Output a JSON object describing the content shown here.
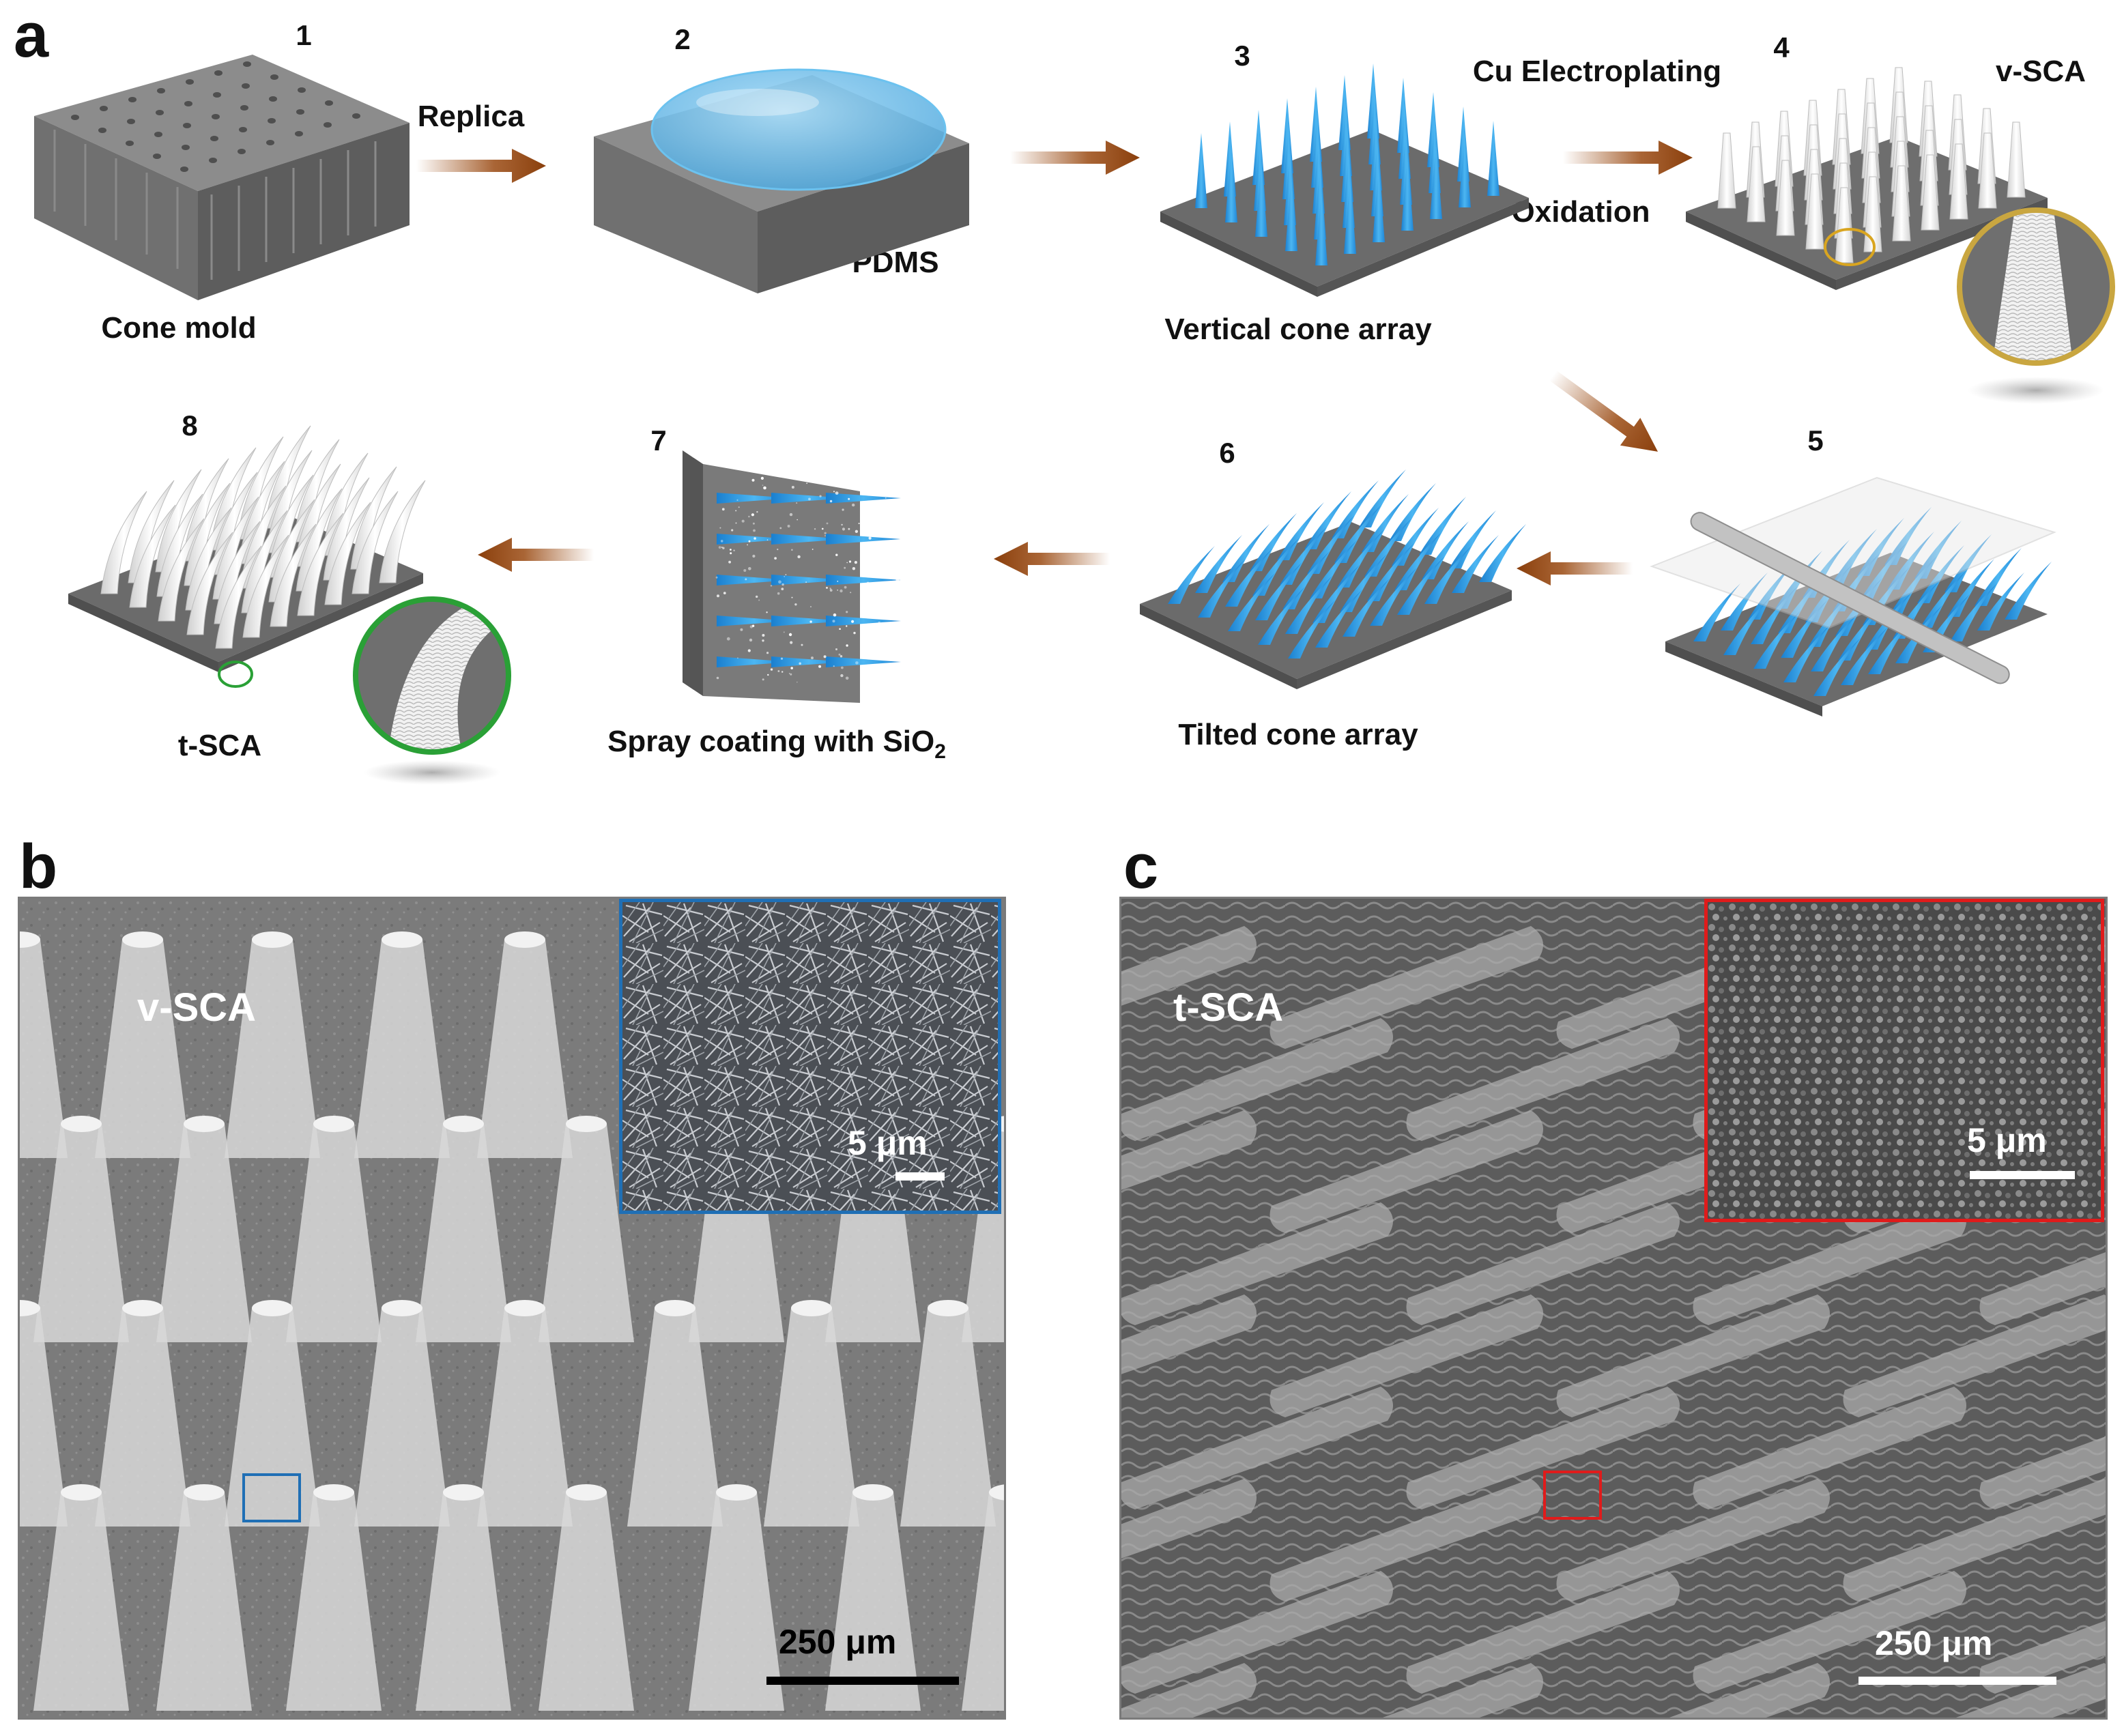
{
  "panels": {
    "a": "a",
    "b": "b",
    "c": "c"
  },
  "steps": [
    {
      "num": "1",
      "caption": "Cone mold"
    },
    {
      "num": "2",
      "caption": "PDMS"
    },
    {
      "num": "3",
      "caption": "Vertical cone array"
    },
    {
      "num": "4",
      "caption": "v-SCA"
    },
    {
      "num": "5",
      "caption": ""
    },
    {
      "num": "6",
      "caption": "Tilted cone array"
    },
    {
      "num": "7",
      "caption": "Spray coating with SiO",
      "caption_sub": "2"
    },
    {
      "num": "8",
      "caption": "t-SCA"
    }
  ],
  "arrows": {
    "replica": "Replica",
    "cu_electroplating": "Cu Electroplating",
    "oxidation": "Oxidation"
  },
  "sem_b": {
    "label": "v-SCA",
    "scale_main": "250 μm",
    "scale_inset": "5 μm",
    "inset_border_color": "#1f6fb5"
  },
  "sem_c": {
    "label": "t-SCA",
    "scale_main": "250 μm",
    "scale_inset": "5 μm",
    "inset_border_color": "#e01b1b"
  },
  "colors": {
    "cone_blue": "#2f9fe6",
    "substrate_gray": "#6b6b6b",
    "arrow_brown": "#9a4a12",
    "highlight_gold": "#d9a520",
    "highlight_green": "#2aa036"
  }
}
